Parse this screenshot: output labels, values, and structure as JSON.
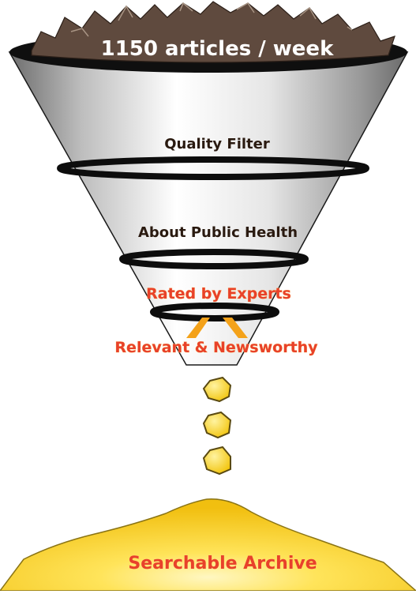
{
  "diagram": {
    "stages": [
      {
        "id": "input",
        "label": "1150 articles / week",
        "style": "white"
      },
      {
        "id": "quality",
        "label": "Quality Filter",
        "style": "dark"
      },
      {
        "id": "public-health",
        "label": "About Public Health",
        "style": "dark"
      },
      {
        "id": "experts",
        "label": "Rated by Experts",
        "style": "red"
      },
      {
        "id": "relevant",
        "label": "Relevant & Newsworthy",
        "style": "red"
      }
    ],
    "output": {
      "label": "Searchable Archive"
    },
    "colors": {
      "funnel_light": "#f4f4f4",
      "funnel_dark": "#6e6e6e",
      "rings": "#0d0d0d",
      "rocks": "#5f4a3e",
      "gold": "#f6d21c",
      "gold_outline": "#5a4a12",
      "red_text": "#e8412a"
    }
  }
}
